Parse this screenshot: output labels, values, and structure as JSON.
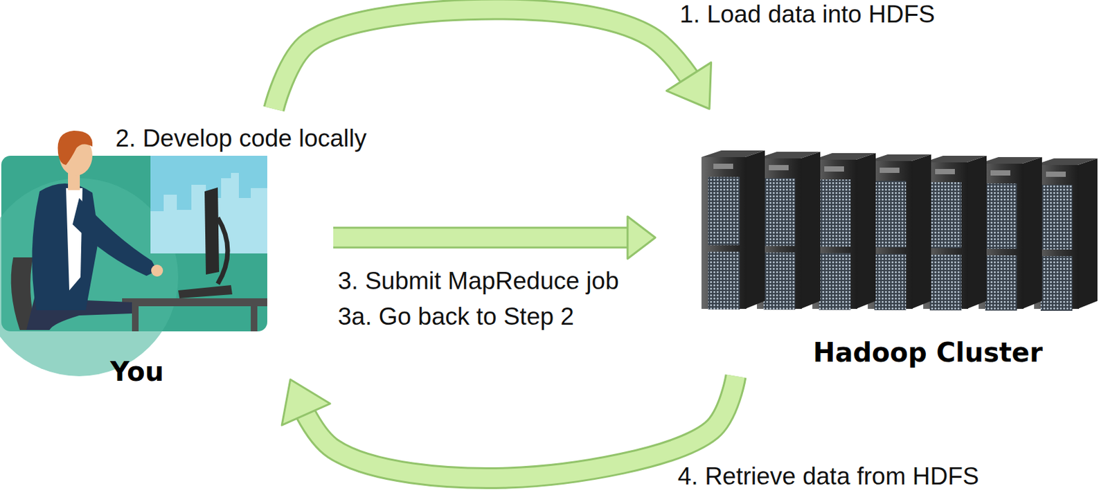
{
  "diagram": {
    "nodes": [
      {
        "text": [
          "You"
        ]
      },
      {
        "text": [
          "Hadoop Cluster"
        ]
      }
    ],
    "edges": [
      {
        "from": 0,
        "to": 1,
        "arrow": "to",
        "label": "1. Load data into HDFS"
      },
      {
        "from": 0,
        "to": 1,
        "arrow": "to",
        "label": "3. Submit MapReduce job"
      },
      {
        "from": 1,
        "to": 0,
        "arrow": "to",
        "label": "4. Retrieve data from HDFS"
      }
    ],
    "labels": [
      "2. Develop code locally",
      "3a. Go back to Step 2"
    ]
  }
}
